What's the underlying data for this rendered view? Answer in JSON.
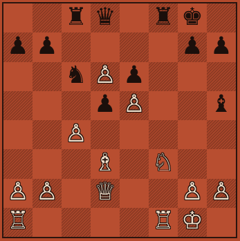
{
  "board": {
    "ranks": [
      "8",
      "7",
      "6",
      "5",
      "4",
      "3",
      "2",
      "1"
    ],
    "files": [
      "a",
      "b",
      "c",
      "d",
      "e",
      "f",
      "g",
      "h"
    ],
    "pieces": {
      "c8": "r",
      "d8": "q",
      "f8": "r",
      "g8": "k",
      "a7": "p",
      "b7": "p",
      "g7": "p",
      "h7": "p",
      "c6": "n",
      "d6": "P",
      "e6": "p",
      "d5": "p",
      "e5": "P",
      "h5": "b",
      "c4": "P",
      "d3": "B",
      "f3": "N",
      "a2": "P",
      "b2": "P",
      "d2": "Q",
      "g2": "P",
      "h2": "P",
      "a1": "R",
      "f1": "R",
      "g1": "K"
    },
    "glyphs": {
      "K": "♔",
      "Q": "♕",
      "R": "♖",
      "B": "♗",
      "N": "♘",
      "P": "♙",
      "k": "♚",
      "q": "♛",
      "r": "♜",
      "b": "♝",
      "n": "♞",
      "p": "♟"
    },
    "names": {
      "k": "king",
      "q": "queen",
      "r": "rook",
      "b": "bishop",
      "n": "knight",
      "p": "pawn"
    },
    "colors": {
      "light_square": "#b84e30",
      "dark_square": "#a8452a",
      "white_piece": "#f2dfca",
      "black_piece": "#1b0f0b"
    }
  }
}
